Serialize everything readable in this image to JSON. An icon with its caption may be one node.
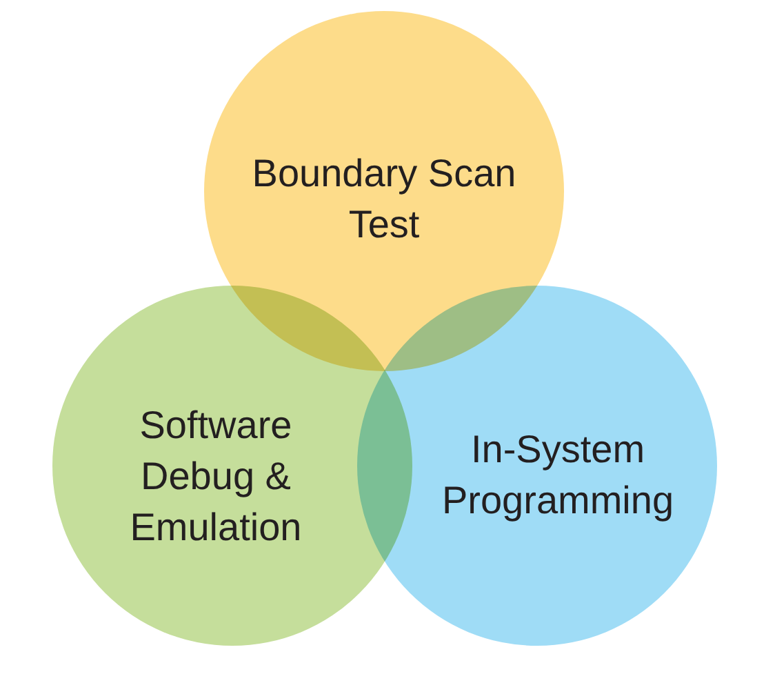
{
  "diagram": {
    "nodes": [
      {
        "text": [
          "Boundary Scan Test"
        ]
      },
      {
        "text": [
          "Software Debug & Emulation"
        ]
      },
      {
        "text": [
          "In-System Programming"
        ]
      }
    ]
  }
}
